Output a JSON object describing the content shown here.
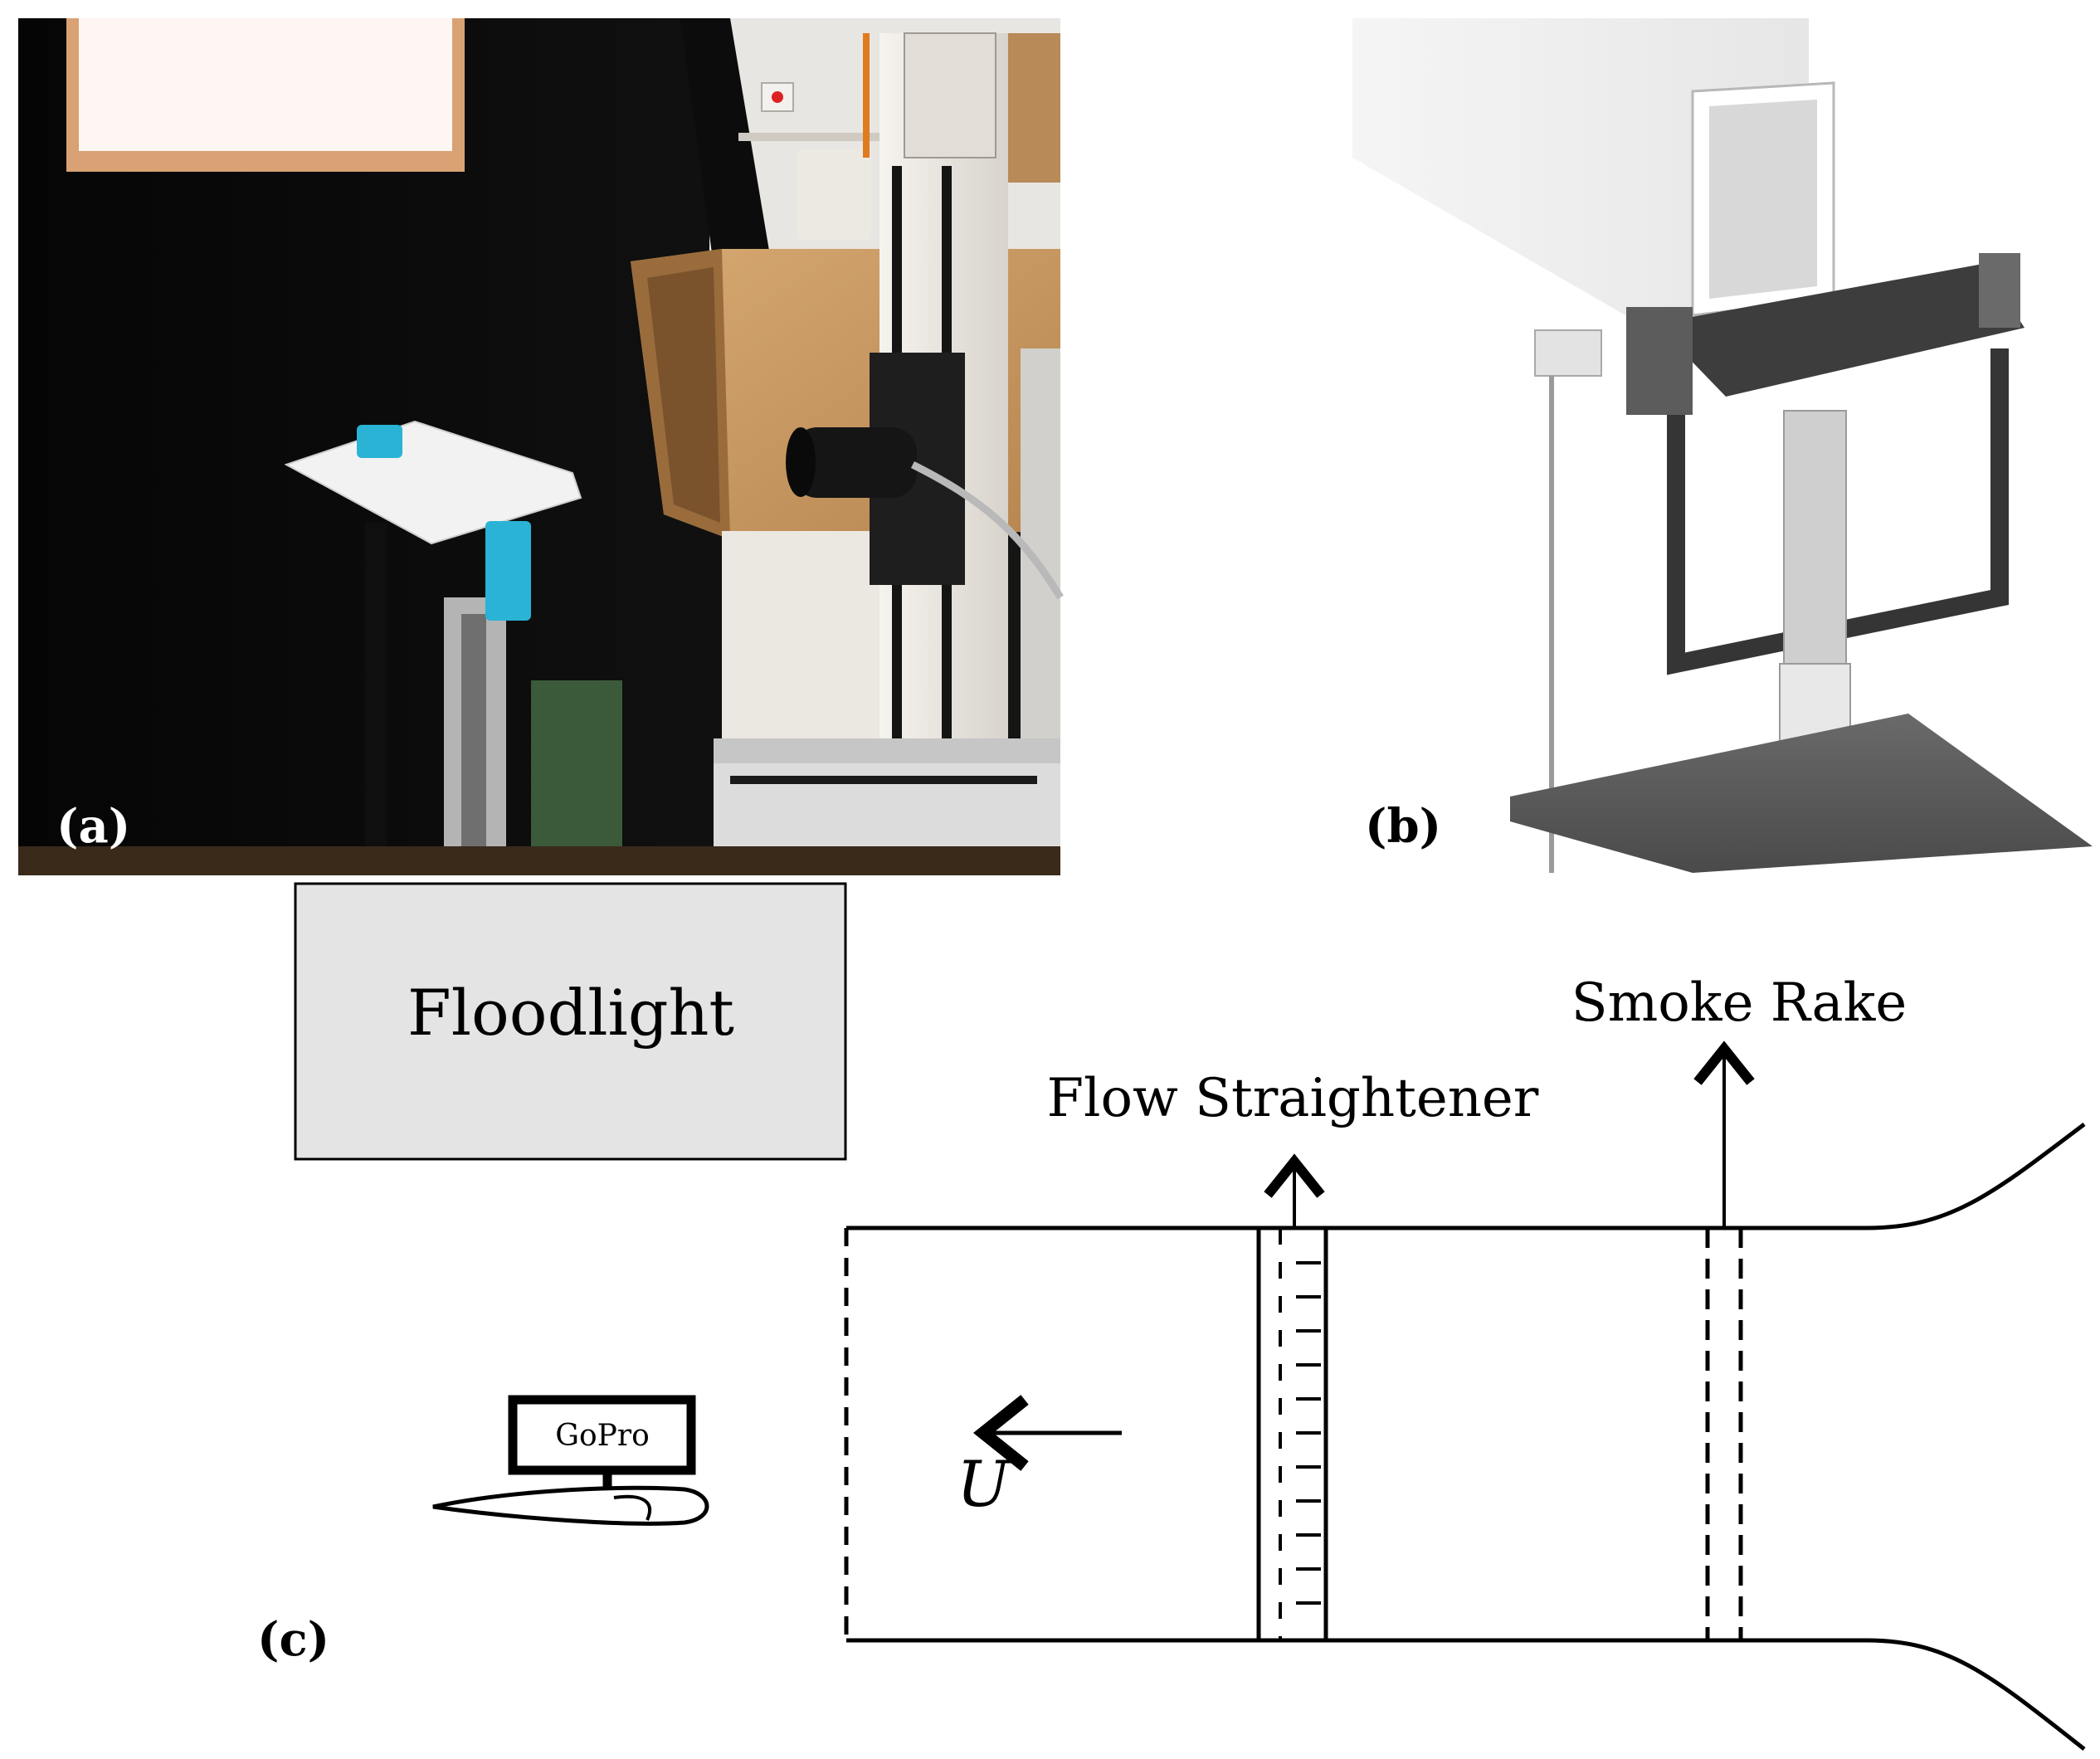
{
  "panels": {
    "a": {
      "label": "(a)"
    },
    "b": {
      "label": "(b)"
    },
    "c": {
      "label": "(c)",
      "floodlight": "Floodlight",
      "camera": "GoPro",
      "flow_straightener": "Flow Straightener",
      "smoke_rake": "Smoke Rake",
      "velocity_symbol": "U"
    }
  },
  "colors": {
    "floodlight_fill": "#e4e4e4",
    "photo_background": "#0a0a0a",
    "cardboard": "#c89a62",
    "light_panel": "#fdf6f2",
    "wing_clamp": "#2ab3d4",
    "render_background": "#f4f4f4",
    "render_dark": "#3a3a3a"
  },
  "icons": {
    "flow_arrow": "left-arrow-icon",
    "leader_arrow": "up-arrow-icon"
  }
}
